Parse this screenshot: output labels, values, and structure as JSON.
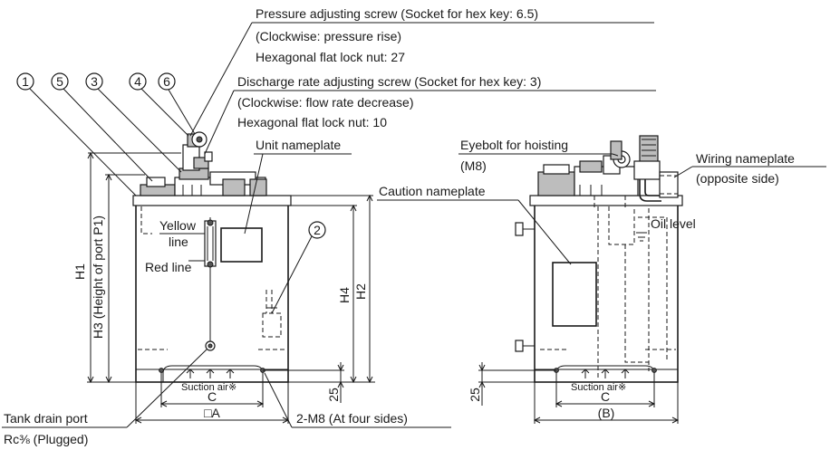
{
  "labels": {
    "pressure_screw": "Pressure adjusting screw (Socket for hex key: 6.5)",
    "pressure_clockwise": "(Clockwise: pressure rise)",
    "pressure_nut": "Hexagonal flat lock nut: 27",
    "discharge_screw": "Discharge rate adjusting screw  (Socket for hex key: 3)",
    "discharge_clockwise": "(Clockwise: flow rate decrease)",
    "discharge_nut": "Hexagonal flat lock nut: 10",
    "unit_nameplate": "Unit nameplate",
    "eyebolt": "Eyebolt for hoisting",
    "eyebolt_size": "(M8)",
    "wiring_nameplate": "Wiring nameplate",
    "wiring_side": "(opposite side)",
    "caution_nameplate": "Caution nameplate",
    "oil_level": "Oil level",
    "yellow_line_1": "Yellow",
    "yellow_line_2": "line",
    "red_line": "Red line",
    "tank_drain": "Tank drain port",
    "tank_drain_spec": "Rc⅜ (Plugged)",
    "mounting": "2-M8 (At four sides)",
    "suction_air_left": "Suction air※",
    "suction_air_right": "Suction air※"
  },
  "callouts": [
    "1",
    "5",
    "3",
    "4",
    "6",
    "2"
  ],
  "dimensions": {
    "h1": "H1",
    "h3": "H3 (Height of port P1)",
    "h4": "H4",
    "h2": "H2",
    "d25_left": "25",
    "d25_right": "25",
    "c_left": "C",
    "a_left": "□A",
    "c_right": "C",
    "b_right": "(B)"
  }
}
